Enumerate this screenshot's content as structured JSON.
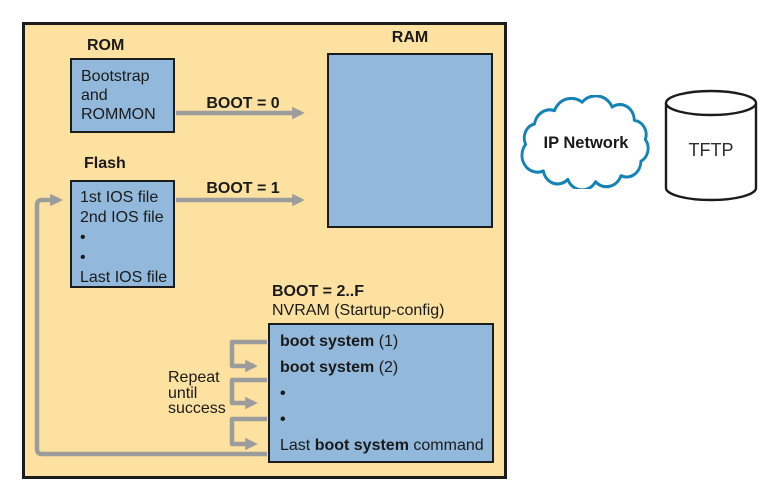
{
  "colors": {
    "panel_bg": "#FCE1A0",
    "box_bg": "#92B9DB",
    "box_border": "#1C1C1C",
    "arrow_gray": "#9C9C9C",
    "cloud_stroke": "#1583B5",
    "text": "#1A1A1A"
  },
  "panel": {
    "rom_label": "ROM",
    "rom_lines": [
      "Bootstrap",
      "and",
      "ROMMON"
    ],
    "flash_label": "Flash",
    "flash_lines": [
      "1st IOS file",
      "2nd IOS file",
      "•",
      "•",
      "Last IOS file"
    ],
    "ram_label": "RAM",
    "boot0_label": "BOOT = 0",
    "boot1_label": "BOOT = 1",
    "boot2_label": "BOOT = 2..F",
    "nvram_subtitle": "NVRAM (Startup-config)",
    "nvram_rows": [
      {
        "pre": "",
        "bold": "boot system",
        "post": " (1)"
      },
      {
        "pre": "",
        "bold": "boot system",
        "post": " (2)"
      },
      {
        "pre": "•",
        "bold": "",
        "post": ""
      },
      {
        "pre": "•",
        "bold": "",
        "post": ""
      },
      {
        "pre": "Last ",
        "bold": "boot system",
        "post": " command"
      }
    ],
    "repeat_lines": [
      "Repeat",
      "until",
      "success"
    ]
  },
  "external": {
    "cloud_label": "IP Network",
    "tftp_label": "TFTP"
  }
}
